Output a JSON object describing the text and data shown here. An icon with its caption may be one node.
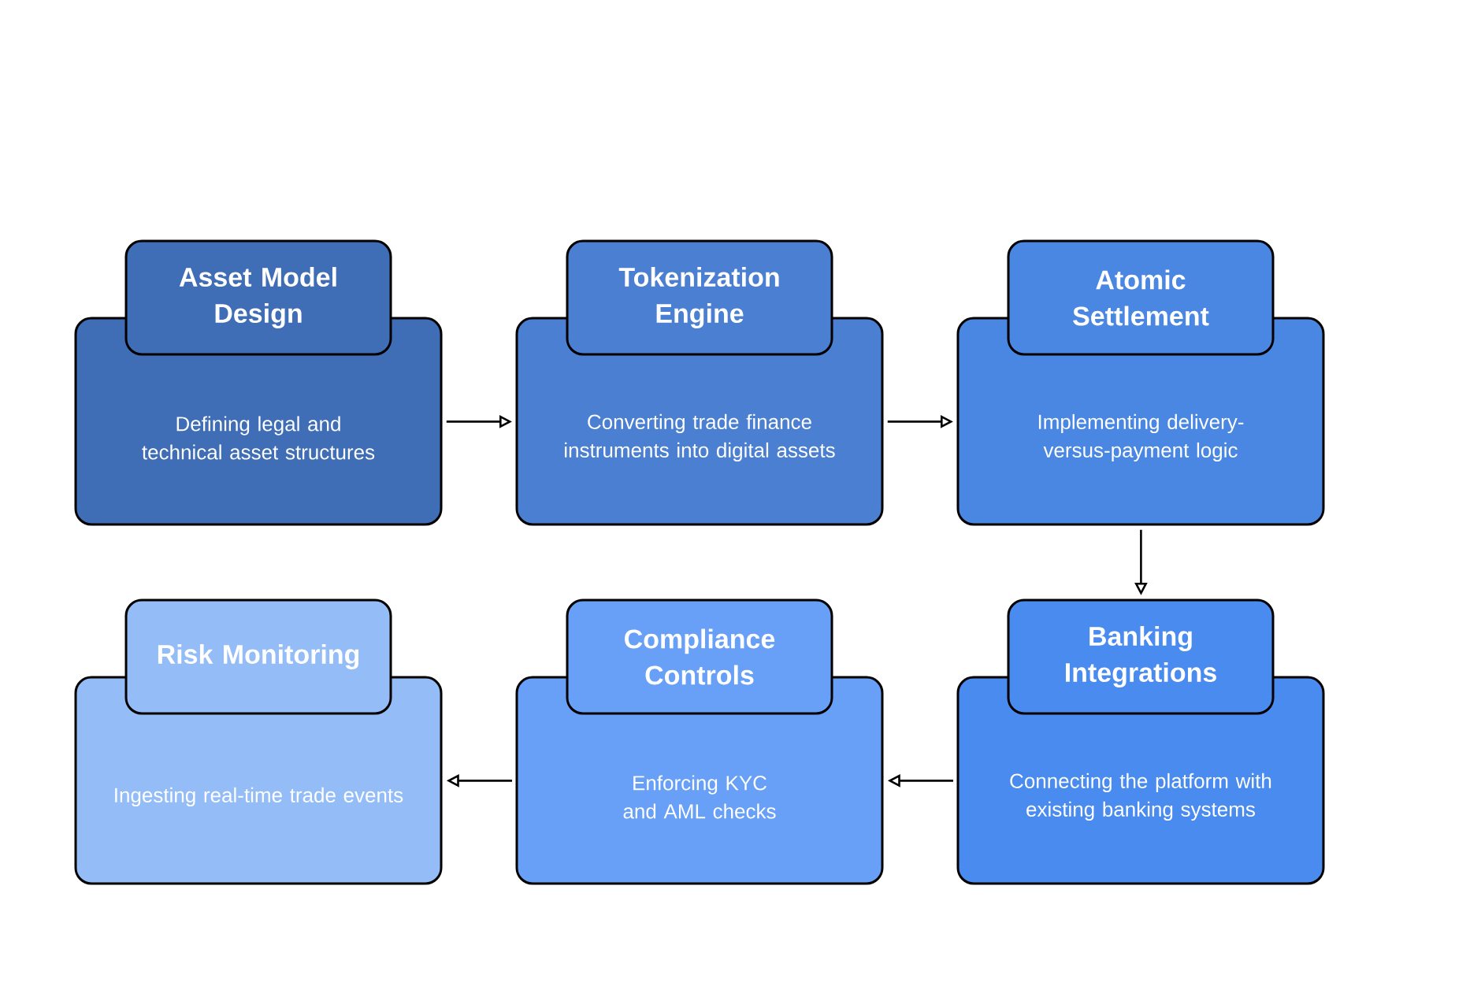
{
  "diagram": {
    "nodes": [
      {
        "text": [
          "Asset Model Design",
          "Defining legal and technical asset structures"
        ]
      },
      {
        "text": [
          "Tokenization Engine",
          "Converting trade finance instruments into digital assets"
        ]
      },
      {
        "text": [
          "Atomic Settlement",
          "Implementing delivery-versus-payment logic"
        ]
      },
      {
        "text": [
          "Banking Integrations",
          "Connecting the platform with existing banking systems"
        ]
      },
      {
        "text": [
          "Compliance Controls",
          "Enforcing KYC and AML checks"
        ]
      },
      {
        "text": [
          "Risk Monitoring",
          "Ingesting real-time trade events"
        ]
      }
    ],
    "edges": [
      {
        "from": 0,
        "to": 1,
        "arrow": "to"
      },
      {
        "from": 1,
        "to": 2,
        "arrow": "to"
      },
      {
        "from": 2,
        "to": 3,
        "arrow": "to"
      },
      {
        "from": 3,
        "to": 4,
        "arrow": "to"
      },
      {
        "from": 4,
        "to": 5,
        "arrow": "to"
      }
    ]
  }
}
